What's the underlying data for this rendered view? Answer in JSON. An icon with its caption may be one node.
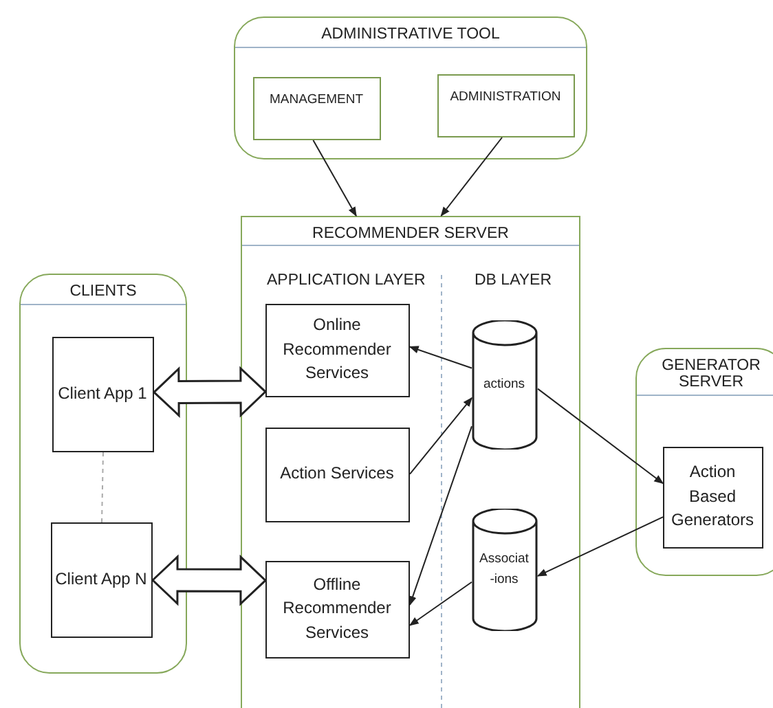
{
  "diagram": {
    "nodes": [
      {
        "text": [
          "ADMINISTRATIVE TOOL"
        ]
      },
      {
        "text": [
          "MANAGEMENT"
        ],
        "in": 0
      },
      {
        "text": [
          "ADMINISTRATION"
        ],
        "in": 0
      },
      {
        "text": [
          "RECOMMENDER SERVER"
        ]
      },
      {
        "text": [
          "Online Recommender Services"
        ],
        "in": 3
      },
      {
        "text": [
          "Action Services"
        ],
        "in": 3
      },
      {
        "text": [
          "Offline Recommender Services"
        ],
        "in": 3
      },
      {
        "text": [
          "actions"
        ],
        "in": 3
      },
      {
        "text": [
          "Associat -ions"
        ],
        "in": 3
      },
      {
        "text": [
          "CLIENTS"
        ]
      },
      {
        "text": [
          "Client App 1"
        ],
        "in": 9
      },
      {
        "text": [
          "Client App N"
        ],
        "in": 9
      },
      {
        "text": [
          "GENERATOR SERVER"
        ]
      },
      {
        "text": [
          "Action Based Generators"
        ],
        "in": 12
      }
    ],
    "edges": [
      {
        "from": 1,
        "to": 3,
        "arrow": "to"
      },
      {
        "from": 2,
        "to": 3,
        "arrow": "to"
      },
      {
        "from": 10,
        "to": 4,
        "arrow": "both",
        "style": "thick"
      },
      {
        "from": 11,
        "to": 6,
        "arrow": "both",
        "style": "thick"
      },
      {
        "from": 10,
        "to": 11,
        "arrow": "none",
        "style": "dashed",
        "color": "#aaaaaa"
      },
      {
        "from": 7,
        "to": 4,
        "arrow": "to"
      },
      {
        "from": 5,
        "to": 7,
        "arrow": "to"
      },
      {
        "from": 7,
        "to": 6,
        "arrow": "to"
      },
      {
        "from": 7,
        "to": 13,
        "arrow": "to"
      },
      {
        "from": 13,
        "to": 8,
        "arrow": "to"
      },
      {
        "from": 8,
        "to": 6,
        "arrow": "to"
      }
    ],
    "labels": [
      "APPLICATION LAYER",
      "DB LAYER"
    ]
  }
}
